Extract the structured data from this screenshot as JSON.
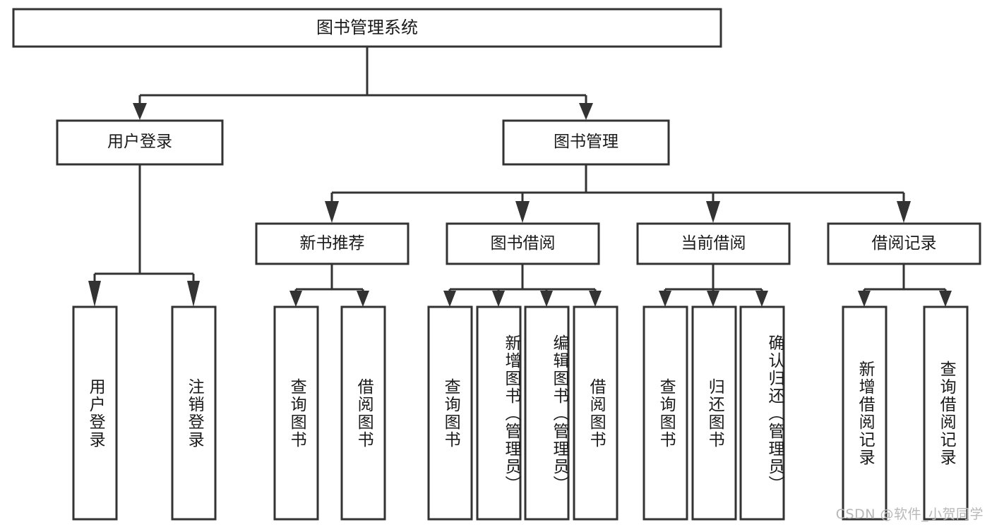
{
  "diagram": {
    "type": "tree-hierarchy",
    "title": "图书管理系统",
    "watermark": "CSDN @软件_小贺同学",
    "colors": {
      "box_fill": "#ffffff",
      "box_stroke": "#333333",
      "text": "#1a1a1a",
      "background": "#ffffff",
      "watermark": "#b8b8b8"
    },
    "levels": [
      {
        "level": 1,
        "nodes": [
          {
            "id": "root",
            "label": "图书管理系统",
            "orientation": "horizontal"
          }
        ]
      },
      {
        "level": 2,
        "nodes": [
          {
            "id": "user-login",
            "label": "用户登录",
            "orientation": "horizontal",
            "parent": "root"
          },
          {
            "id": "book-manage",
            "label": "图书管理",
            "orientation": "horizontal",
            "parent": "root"
          }
        ]
      },
      {
        "level": 3,
        "nodes": [
          {
            "id": "new-book-recommend",
            "label": "新书推荐",
            "orientation": "horizontal",
            "parent": "book-manage"
          },
          {
            "id": "book-borrow",
            "label": "图书借阅",
            "orientation": "horizontal",
            "parent": "book-manage"
          },
          {
            "id": "current-borrow",
            "label": "当前借阅",
            "orientation": "horizontal",
            "parent": "book-manage"
          },
          {
            "id": "borrow-record",
            "label": "借阅记录",
            "orientation": "horizontal",
            "parent": "book-manage"
          }
        ]
      },
      {
        "level": 4,
        "nodes": [
          {
            "id": "leaf-user-login",
            "label": "用户登录",
            "orientation": "vertical",
            "parent": "user-login"
          },
          {
            "id": "leaf-logout-login",
            "label": "注销登录",
            "orientation": "vertical",
            "parent": "user-login"
          },
          {
            "id": "leaf-query-book-1",
            "label": "查询图书",
            "orientation": "vertical",
            "parent": "new-book-recommend"
          },
          {
            "id": "leaf-borrow-book-1",
            "label": "借阅图书",
            "orientation": "vertical",
            "parent": "new-book-recommend"
          },
          {
            "id": "leaf-query-book-2",
            "label": "查询图书",
            "orientation": "vertical",
            "parent": "book-borrow"
          },
          {
            "id": "leaf-add-book",
            "label": "新增图书（管理员）",
            "orientation": "vertical",
            "parent": "book-borrow"
          },
          {
            "id": "leaf-edit-book",
            "label": "编辑图书（管理员）",
            "orientation": "vertical",
            "parent": "book-borrow"
          },
          {
            "id": "leaf-borrow-book-2",
            "label": "借阅图书",
            "orientation": "vertical",
            "parent": "book-borrow"
          },
          {
            "id": "leaf-query-book-3",
            "label": "查询图书",
            "orientation": "vertical",
            "parent": "current-borrow"
          },
          {
            "id": "leaf-return-book",
            "label": "归还图书",
            "orientation": "vertical",
            "parent": "current-borrow"
          },
          {
            "id": "leaf-confirm-return",
            "label": "确认归还（管理员）",
            "orientation": "vertical",
            "parent": "current-borrow"
          },
          {
            "id": "leaf-add-record",
            "label": "新增借阅记录",
            "orientation": "vertical",
            "parent": "borrow-record"
          },
          {
            "id": "leaf-query-record",
            "label": "查询借阅记录",
            "orientation": "vertical",
            "parent": "borrow-record"
          }
        ]
      }
    ]
  }
}
